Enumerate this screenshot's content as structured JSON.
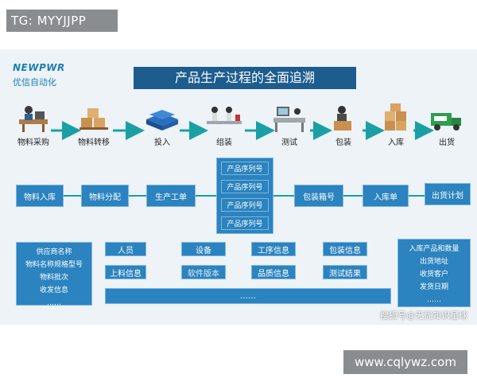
{
  "tag": "TG: MYYJJPP",
  "logo": {
    "brand": "NEWPWR",
    "cn": "优信自动化"
  },
  "title": "产品生产过程的全面追溯",
  "steps": [
    "物料采购",
    "物料转移",
    "投入",
    "组装",
    "测试",
    "包装",
    "入库",
    "出货"
  ],
  "flow": {
    "b1": "物料入库",
    "b2": "物料分配",
    "b3": "生产工单",
    "serial": [
      "产品序列号",
      "产品序列号",
      "产品序列号",
      "产品序列号"
    ],
    "b4": "包装箱号",
    "b5": "入库单",
    "b6": "出货计划"
  },
  "left_info": [
    "供应商名称",
    "物料名称规格型号",
    "物料批次",
    "收发信息",
    "……"
  ],
  "grid": {
    "row1": [
      "人员",
      "设备",
      "工序信息",
      "包装信息"
    ],
    "row2": [
      "上料信息",
      "软件版本",
      "品质信息",
      "测试结果"
    ],
    "dots": "……"
  },
  "right_info": [
    "入库产品和数量",
    "出货地址",
    "收货客户",
    "发货日期",
    "……"
  ],
  "watermark": "搜狐号@无忧知识星球",
  "url": "www.cqlywz.com",
  "colors": {
    "primary": "#2b83bf",
    "title": "#1d5d8e",
    "teal": "#1aa0a4",
    "bg": "#edf3f7"
  }
}
